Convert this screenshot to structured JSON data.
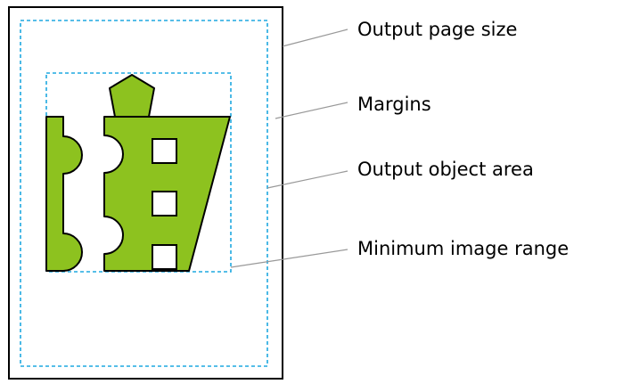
{
  "labels": {
    "output_page_size": "Output page size",
    "margins": "Margins",
    "output_object_area": "Output object area",
    "minimum_image_range": "Minimum image range"
  },
  "colors": {
    "page_border": "#000000",
    "dashed_lines": "#1fa8e0",
    "shape_fill": "#8dc21f",
    "shape_stroke": "#000000",
    "leader_lines": "#999999"
  },
  "icons": {
    "left_shape": "puzzle-strip",
    "right_shape": "tower-with-pentagon-top",
    "windows": "square-window"
  }
}
